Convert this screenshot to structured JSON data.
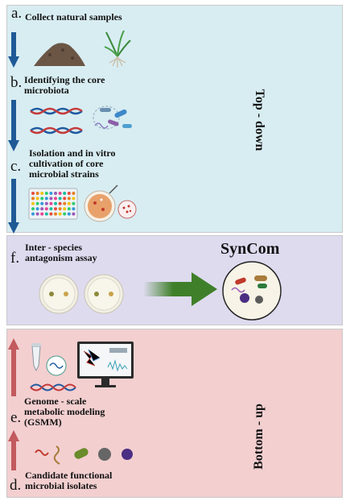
{
  "top_panel": {
    "side_label": "Top - down",
    "steps": [
      {
        "letter": "a.",
        "text": "Collect natural samples"
      },
      {
        "letter": "b.",
        "text": "Identifying the core\nmicrobiota"
      },
      {
        "letter": "c.",
        "text": "Isolation and in vitro\ncultivation of core\nmicrobial strains"
      }
    ]
  },
  "middle_panel": {
    "step": {
      "letter": "f.",
      "text": "Inter - species\nantagonism assay"
    },
    "result_label": "SynCom"
  },
  "bottom_panel": {
    "side_label": "Bottom - up",
    "steps": [
      {
        "letter": "e.",
        "text": "Genome - scale\nmetabolic  modeling\n(GSMM)"
      },
      {
        "letter": "d.",
        "text": "Candidate functional\nmicrobial isolates"
      }
    ]
  },
  "colors": {
    "top_bg": "#d8edf2",
    "mid_bg": "#dedbef",
    "bot_bg": "#f3cfd0",
    "down_arrow": "#1f5a96",
    "up_arrow": "#c25a5e",
    "green_arrow": "#3f7f2a"
  },
  "icons": [
    "soil-pile-icon",
    "plant-seedling-icon",
    "dna-helix-icon",
    "bacteria-icon",
    "multiwell-plate-icon",
    "petri-dish-icon",
    "microscope-circle-icon",
    "petri-dish-pair-icon",
    "syncom-community-icon",
    "sequencing-tube-icon",
    "computer-monitor-icon",
    "microbe-isolates-icon"
  ]
}
